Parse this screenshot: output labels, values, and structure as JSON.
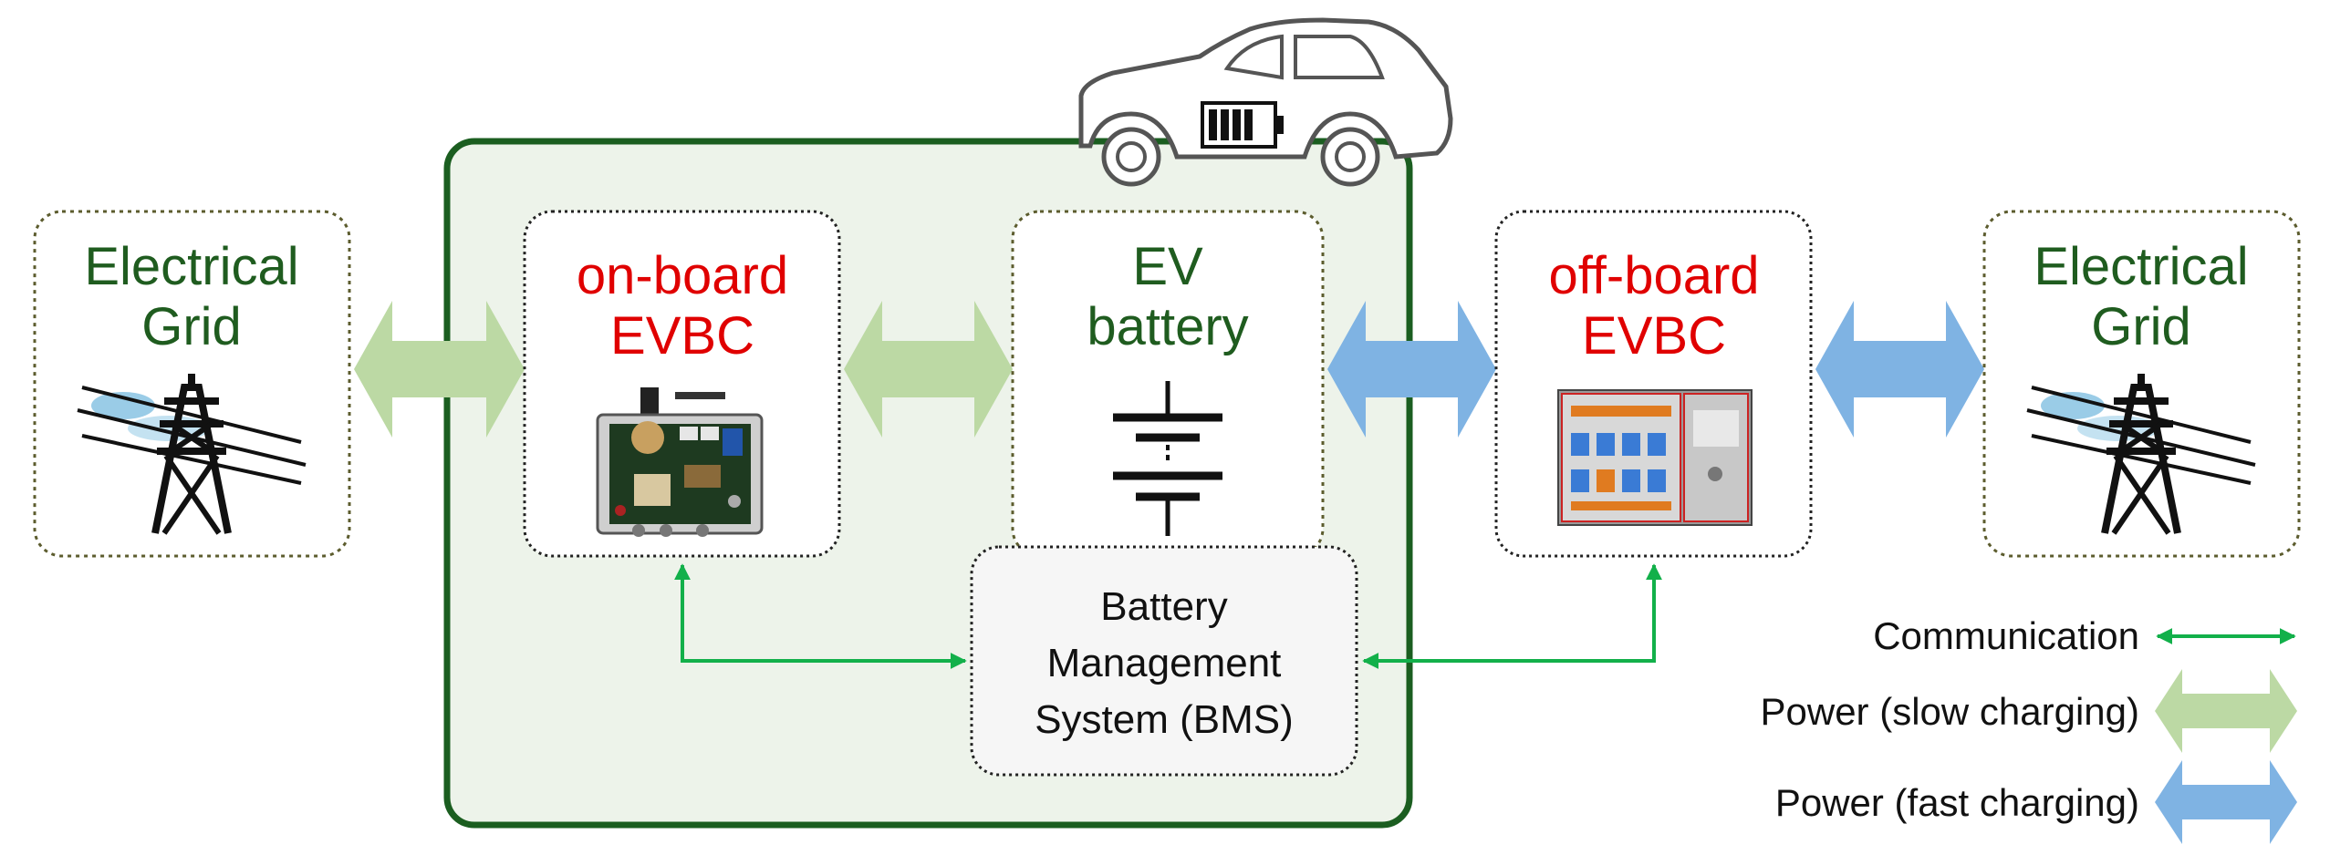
{
  "grid_left": {
    "line1": "Electrical",
    "line2": "Grid",
    "icon": "power-tower-icon"
  },
  "grid_right": {
    "line1": "Electrical",
    "line2": "Grid",
    "icon": "power-tower-icon"
  },
  "onboard": {
    "line1": "on-board",
    "line2": "EVBC",
    "image": "onboard-charger-photo"
  },
  "battery": {
    "line1": "EV",
    "line2": "battery",
    "icon": "battery-symbol-icon"
  },
  "offboard": {
    "line1": "off-board",
    "line2": "EVBC",
    "image": "offboard-cabinet-photo"
  },
  "bms": {
    "line1": "Battery",
    "line2": "Management",
    "line3": "System (BMS)"
  },
  "car": {
    "icon": "car-icon",
    "battery_icon": "car-battery-level-icon"
  },
  "legend": {
    "communication": "Communication",
    "slow": "Power (slow charging)",
    "fast": "Power (fast charging)"
  },
  "colors": {
    "grid_text": "#1f5c1f",
    "evbc_text": "#e00000",
    "slow_arrow": "#bcd9a4",
    "fast_arrow": "#7fb3e3",
    "comm_arrow": "#12b04a",
    "vehicle_frame": "#1b5e20",
    "vehicle_fill": "#edf3ea"
  }
}
